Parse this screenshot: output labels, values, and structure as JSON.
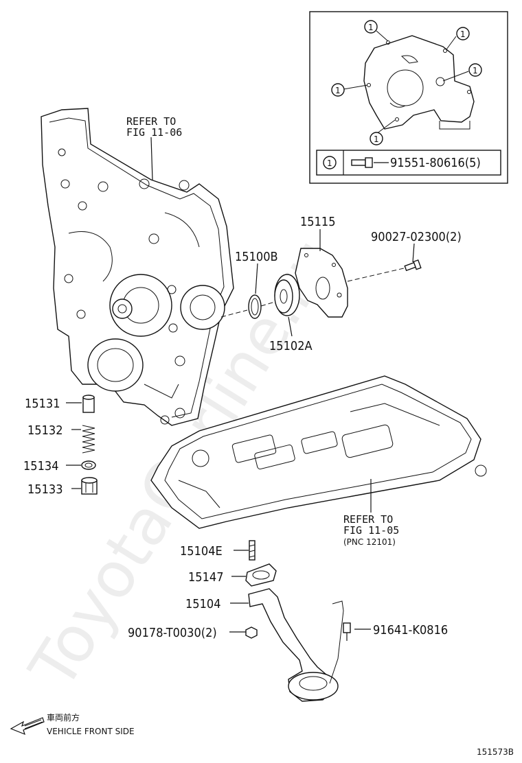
{
  "watermark": "ToyotaCarline.ru",
  "inset": {
    "callout": "1",
    "legend_marker": "1",
    "legend_part": "91551-80616(5)"
  },
  "refs": {
    "timing_cover": [
      "REFER TO",
      "FIG 11-06"
    ],
    "oil_pan": [
      "REFER TO",
      "FIG 11-05",
      "(PNC 12101)"
    ]
  },
  "parts": {
    "p15115": "15115",
    "p90027": "90027-02300(2)",
    "p15100B": "15100B",
    "p15102A": "15102A",
    "p15131": "15131",
    "p15132": "15132",
    "p15134": "15134",
    "p15133": "15133",
    "p15104E": "15104E",
    "p15147": "15147",
    "p15104": "15104",
    "p90178": "90178-T0030(2)",
    "p91641": "91641-K0816"
  },
  "direction": {
    "jp": "車両前方",
    "en": "VEHICLE FRONT SIDE",
    "icon": "arrow-left-icon"
  },
  "figure_code": "151573B"
}
